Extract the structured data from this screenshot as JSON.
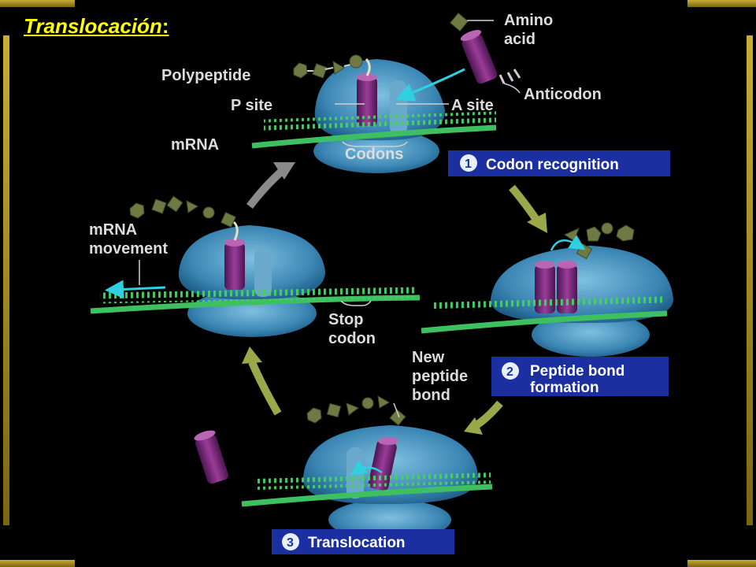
{
  "slide": {
    "title": "Translocación",
    "title_colon": ":"
  },
  "labels": {
    "amino_acid_1": "Amino",
    "amino_acid_2": "acid",
    "polypeptide": "Polypeptide",
    "p_site": "P site",
    "a_site": "A site",
    "anticodon": "Anticodon",
    "mrna": "mRNA",
    "codons": "Codons",
    "mrna_movement_1": "mRNA",
    "mrna_movement_2": "movement",
    "stop_codon_1": "Stop",
    "stop_codon_2": "codon",
    "new_peptide_bond_1": "New",
    "new_peptide_bond_2": "peptide",
    "new_peptide_bond_3": "bond"
  },
  "steps": [
    {
      "number": "1",
      "line1": "Codon recognition",
      "line2": ""
    },
    {
      "number": "2",
      "line1": "Peptide bond",
      "line2": "formation"
    },
    {
      "number": "3",
      "line1": "Translocation",
      "line2": ""
    }
  ],
  "colors": {
    "frame": "#b89a2a",
    "title": "#ffff00",
    "ribosome": "#4a90b8",
    "trna": "#7a2f7a",
    "mrna": "#3fc060",
    "amino": "#6e7a44",
    "step_box": "#1c2fa0",
    "cycle_arrow": "#9aa84a",
    "gray_arrow": "#8a8a8a",
    "cyan_arrow": "#2fd0e0"
  },
  "icons": [
    "ribosome",
    "trna",
    "mrna-strand",
    "amino-acid",
    "cycle-arrow"
  ]
}
